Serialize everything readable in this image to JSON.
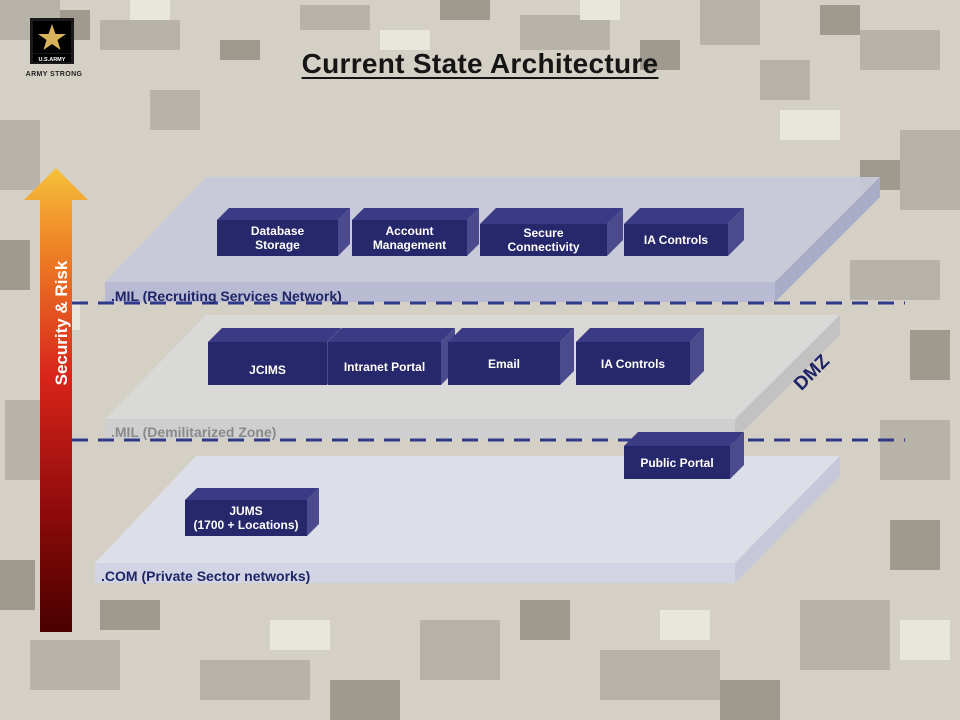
{
  "title": "Current State Architecture",
  "logo": {
    "text": "U.S.ARMY",
    "tagline": "ARMY STRONG"
  },
  "axis_label": "Security & Risk",
  "dmz_label": "DMZ",
  "platforms": {
    "mil": {
      "label": ".MIL (Recruiting Services Network)",
      "color": "#c7c9db"
    },
    "dmz": {
      "label": ".MIL (Demilitarized Zone)",
      "color": "#d9d9d9"
    },
    "com": {
      "label": ".COM (Private Sector networks)",
      "color": "#d9dbe8"
    }
  },
  "boxes": {
    "database_storage": "Database\nStorage",
    "account_management": "Account\nManagement",
    "secure_connectivity": "Secure\nConnectivity",
    "ia_controls_mil": "IA Controls",
    "jcims": "JCIMS",
    "intranet_portal": "Intranet Portal",
    "email": "Email",
    "ia_controls_dmz": "IA Controls",
    "public_portal": "Public Portal",
    "jums": "JUMS\n(1700 + Locations)"
  },
  "colors": {
    "box_front": "#27276b",
    "box_side": "#4a4a8c",
    "box_top": "#3b3b85",
    "dashed_line": "#2f3a8a",
    "arrow_top": "#f5c13a",
    "arrow_bottom": "#4a0000"
  }
}
